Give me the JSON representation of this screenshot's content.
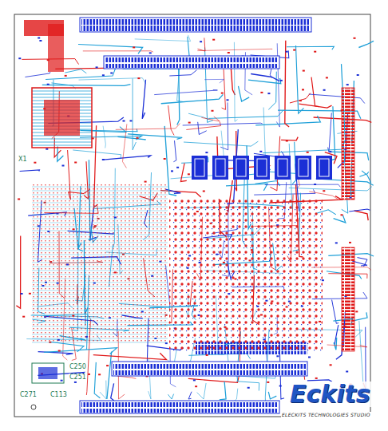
{
  "diagram": {
    "labels": [
      "X1",
      "C250",
      "C251",
      "C271",
      "C113",
      "Eckits",
      "ELECKITS TECHNOLOGIES STUDIO"
    ]
  }
}
